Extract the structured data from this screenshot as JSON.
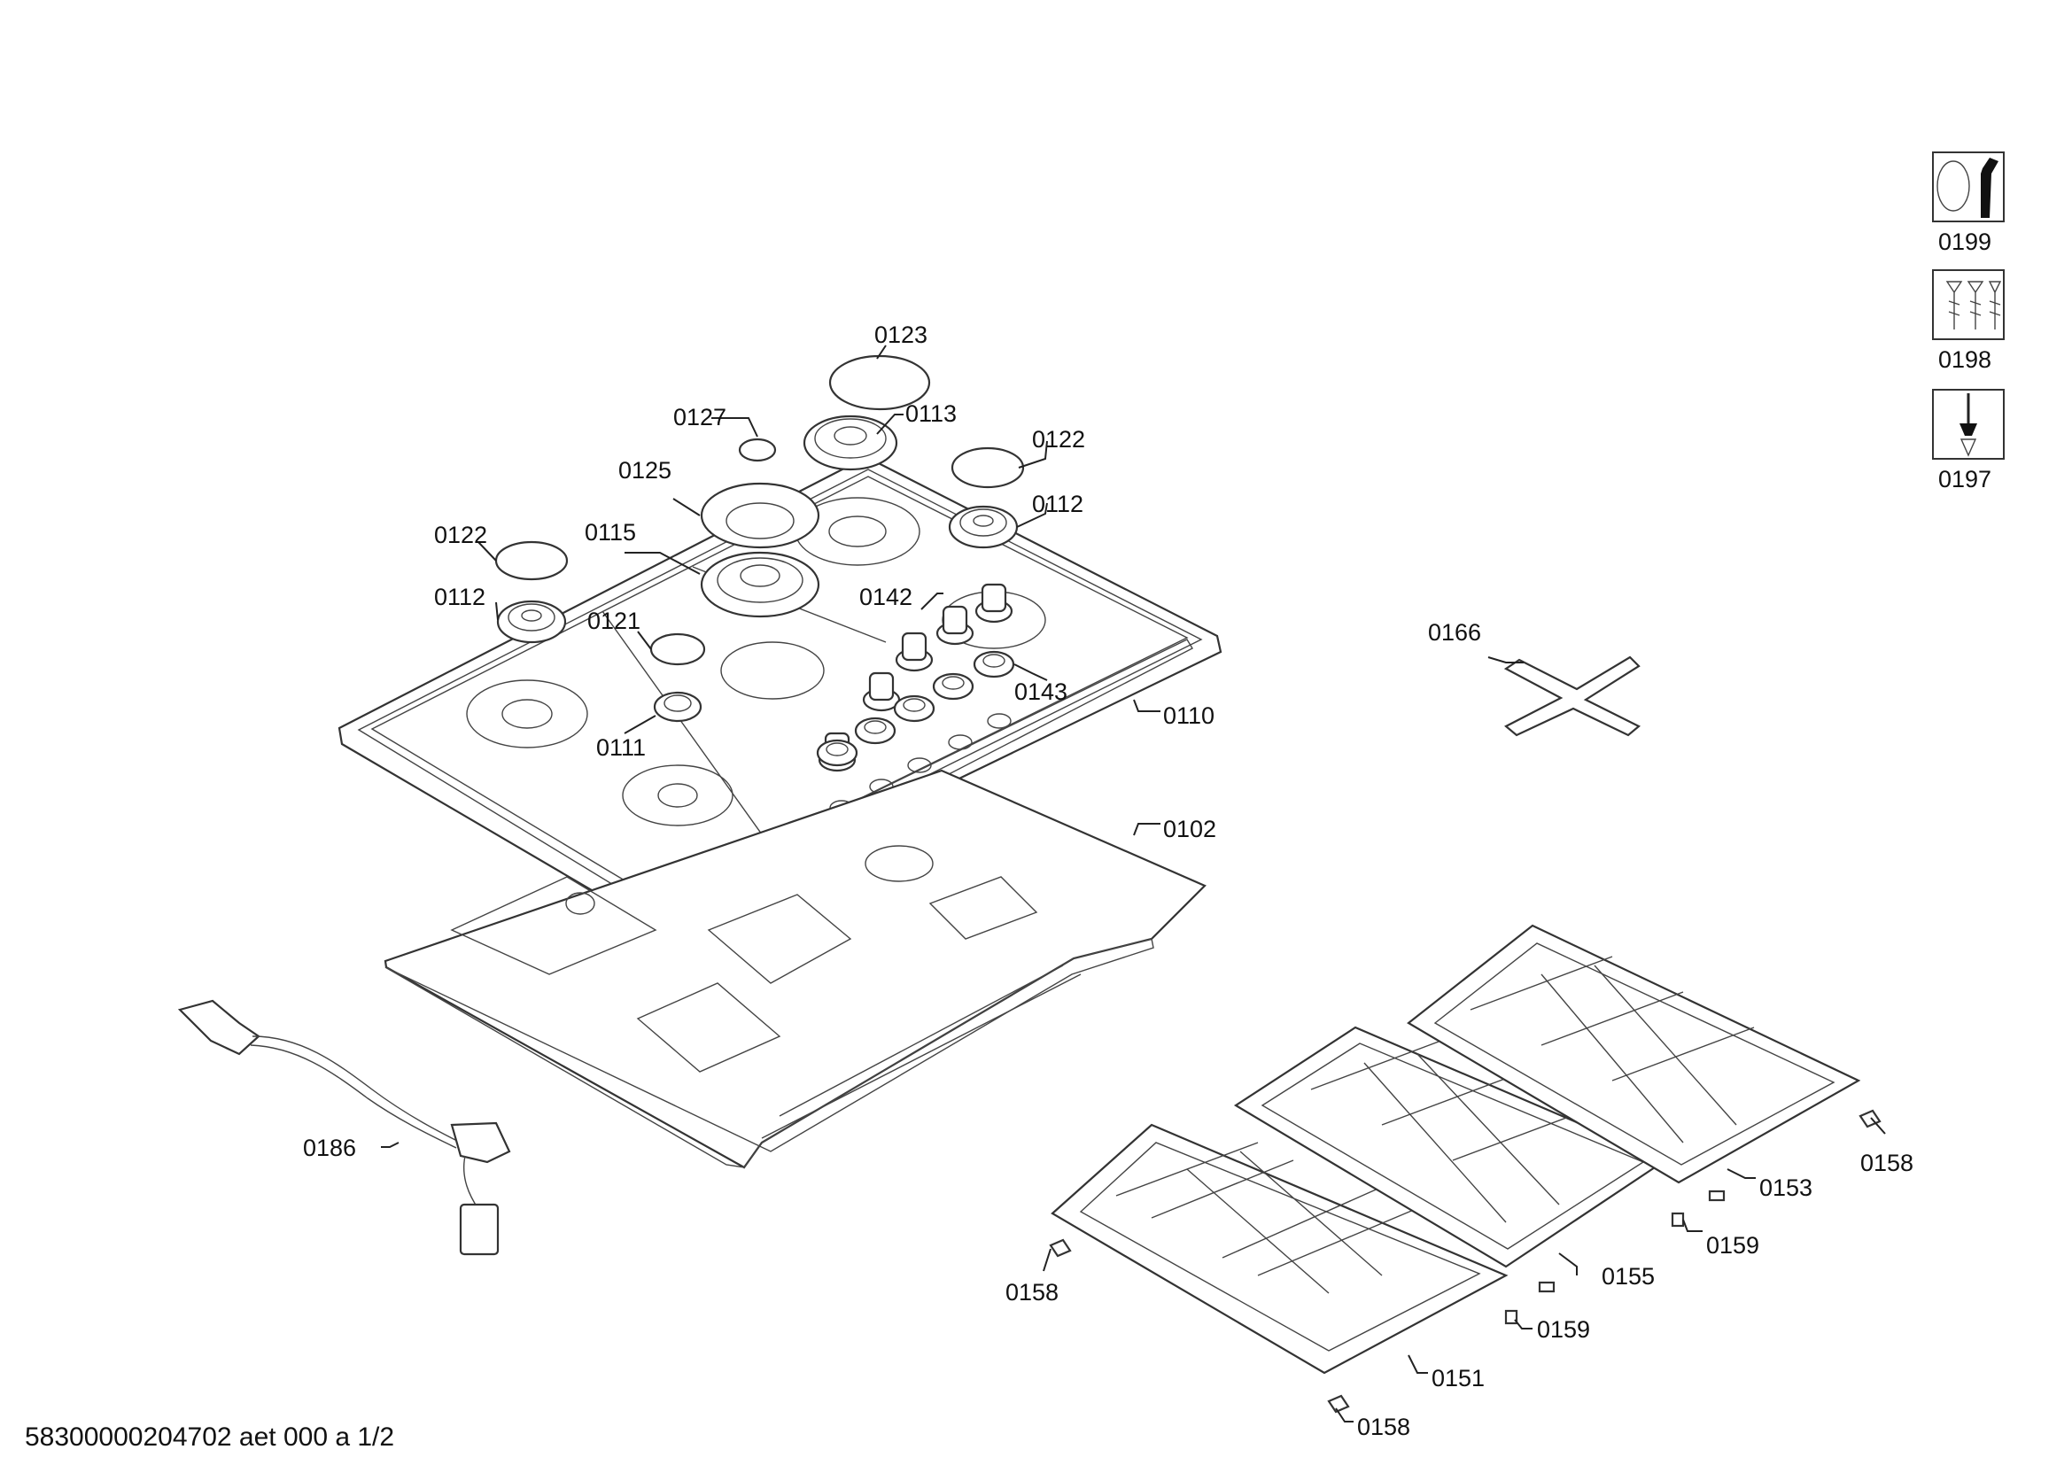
{
  "labels": {
    "l0123": "0123",
    "l0127": "0127",
    "l0113": "0113",
    "l0122_right": "0122",
    "l0125": "0125",
    "l0112_right": "0112",
    "l0122_left": "0122",
    "l0115": "0115",
    "l0112_left": "0112",
    "l0142": "0142",
    "l0121": "0121",
    "l0143": "0143",
    "l0110": "0110",
    "l0111": "0111",
    "l0102": "0102",
    "l0166": "0166",
    "l0186": "0186",
    "l0158_right": "0158",
    "l0153": "0153",
    "l0159_a": "0159",
    "l0155": "0155",
    "l0158_left": "0158",
    "l0159_b": "0159",
    "l0151": "0151",
    "l0158_bottom": "0158",
    "l0199": "0199",
    "l0198": "0198",
    "l0197": "0197"
  },
  "footer": "58300000204702 aet 000 a 1/2",
  "icons": [
    "tool-box-wrench-icon",
    "tool-box-screws-icon",
    "tool-box-screwdriver-icon"
  ]
}
